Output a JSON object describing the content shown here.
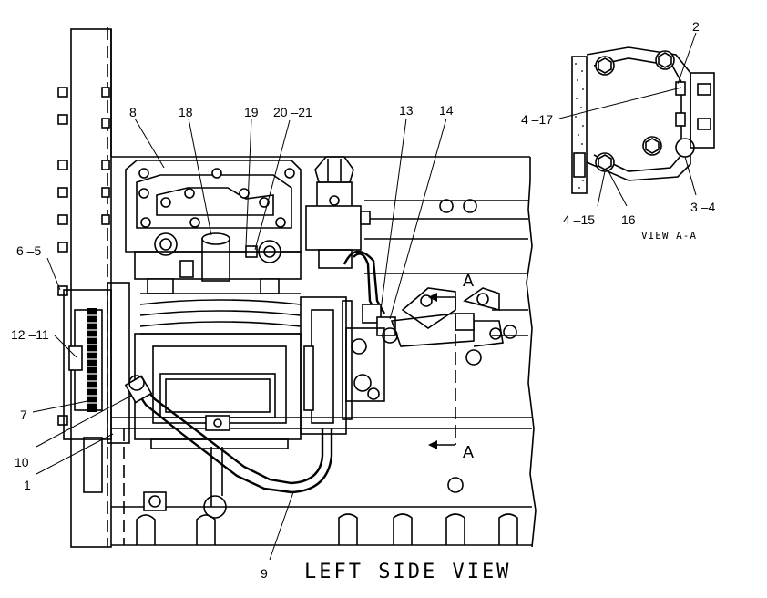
{
  "views": {
    "main_title": "LEFT SIDE VIEW",
    "detail_title": "VIEW A-A",
    "section_mark_top": "A",
    "section_mark_bottom": "A"
  },
  "callouts": {
    "c1": "1",
    "c2": "2",
    "c3_4": "3 –4",
    "c4_15": "4 –15",
    "c4_17": "4 –17",
    "c6_5": "6 –5",
    "c7": "7",
    "c8": "8",
    "c9": "9",
    "c10": "10",
    "c12_11": "12 –11",
    "c13": "13",
    "c14": "14",
    "c16": "16",
    "c18": "18",
    "c19": "19",
    "c20_21": "20 –21"
  }
}
